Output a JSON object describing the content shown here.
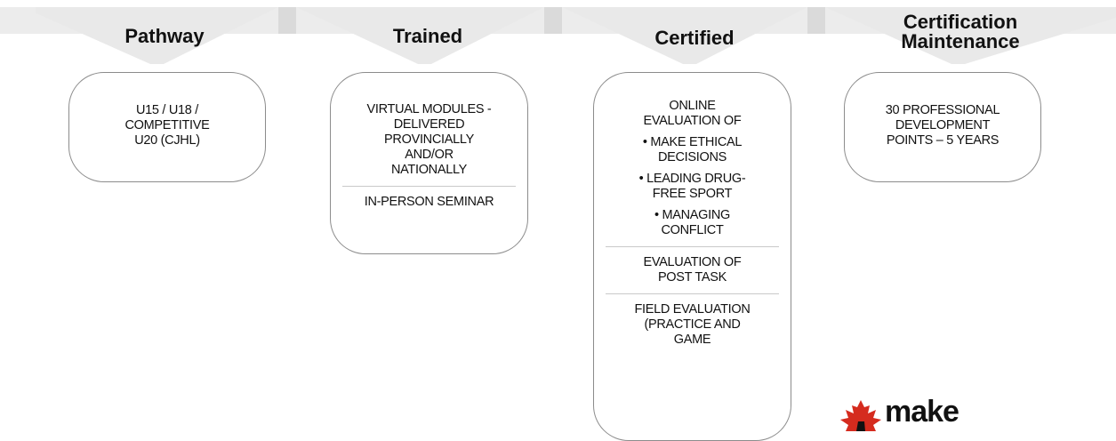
{
  "columns": [
    {
      "title": "Pathway",
      "segments": [
        {
          "lines": [
            "U15 / U18 /",
            "COMPETITIVE",
            "U20 (CJHL)"
          ]
        }
      ]
    },
    {
      "title": "Trained",
      "segments": [
        {
          "lines": [
            "VIRTUAL MODULES -",
            "DELIVERED",
            "PROVINCIALLY",
            "AND/OR",
            "NATIONALLY"
          ]
        },
        {
          "lines": [
            "IN-PERSON SEMINAR"
          ]
        }
      ]
    },
    {
      "title": "Certified",
      "segments": [
        {
          "lines": [
            "ONLINE",
            "EVALUATION OF"
          ],
          "bullets": [
            [
              "• MAKE ETHICAL",
              "DECISIONS"
            ],
            [
              "• LEADING DRUG-",
              "FREE SPORT"
            ],
            [
              "• MANAGING",
              "CONFLICT"
            ]
          ]
        },
        {
          "lines": [
            "EVALUATION OF",
            "POST TASK"
          ]
        },
        {
          "lines": [
            "FIELD EVALUATION",
            "(PRACTICE AND",
            "GAME"
          ]
        }
      ]
    },
    {
      "title_lines": [
        "Certification",
        "Maintenance"
      ],
      "segments": [
        {
          "lines": [
            "30 PROFESSIONAL",
            "DEVELOPMENT",
            "POINTS – 5 YEARS"
          ]
        }
      ]
    }
  ],
  "logo": {
    "text": "make",
    "icon": "maple-leaf-icon",
    "color": "#d52b1e"
  },
  "colors": {
    "banner": "#e9e9e9",
    "banner_notch": "#d9d9d9",
    "border": "#8c8c8c"
  }
}
